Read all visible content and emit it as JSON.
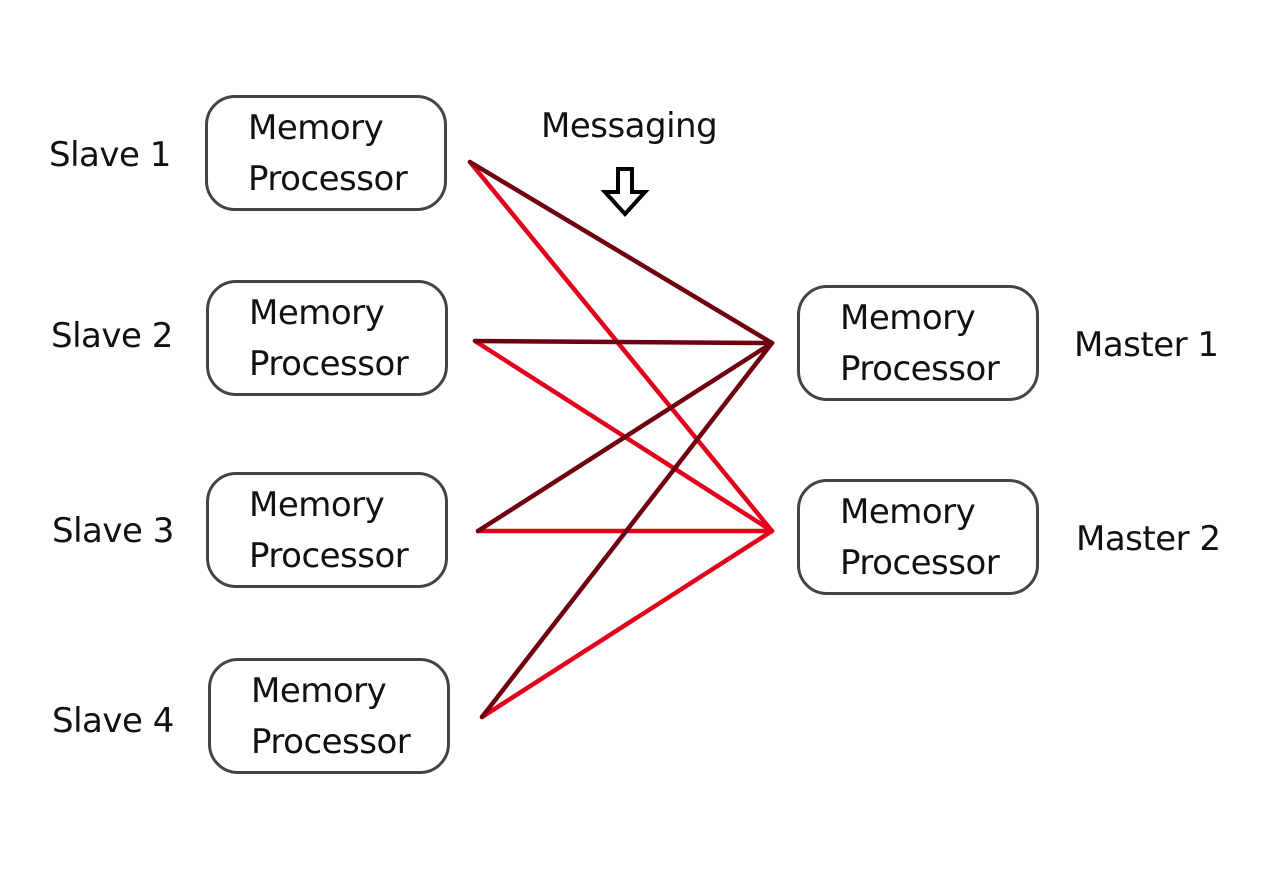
{
  "diagram": {
    "messaging_label": "Messaging",
    "arrow_icon": "hollow-down-arrow",
    "colors": {
      "master1_links": "#6e0010",
      "master2_links": "#e3001b",
      "box_border": "#444444",
      "text": "#111111"
    },
    "slaves": [
      {
        "name": "Slave 1",
        "line1": "Memory",
        "line2": "Processor"
      },
      {
        "name": "Slave 2",
        "line1": "Memory",
        "line2": "Processor"
      },
      {
        "name": "Slave 3",
        "line1": "Memory",
        "line2": "Processor"
      },
      {
        "name": "Slave 4",
        "line1": "Memory",
        "line2": "Processor"
      }
    ],
    "masters": [
      {
        "name": "Master 1",
        "line1": "Memory",
        "line2": "Processor"
      },
      {
        "name": "Master 2",
        "line1": "Memory",
        "line2": "Processor"
      }
    ],
    "links": [
      {
        "from": "Slave 1",
        "to": "Master 1"
      },
      {
        "from": "Slave 1",
        "to": "Master 2"
      },
      {
        "from": "Slave 2",
        "to": "Master 1"
      },
      {
        "from": "Slave 2",
        "to": "Master 2"
      },
      {
        "from": "Slave 3",
        "to": "Master 1"
      },
      {
        "from": "Slave 3",
        "to": "Master 2"
      },
      {
        "from": "Slave 4",
        "to": "Master 1"
      },
      {
        "from": "Slave 4",
        "to": "Master 2"
      }
    ]
  }
}
